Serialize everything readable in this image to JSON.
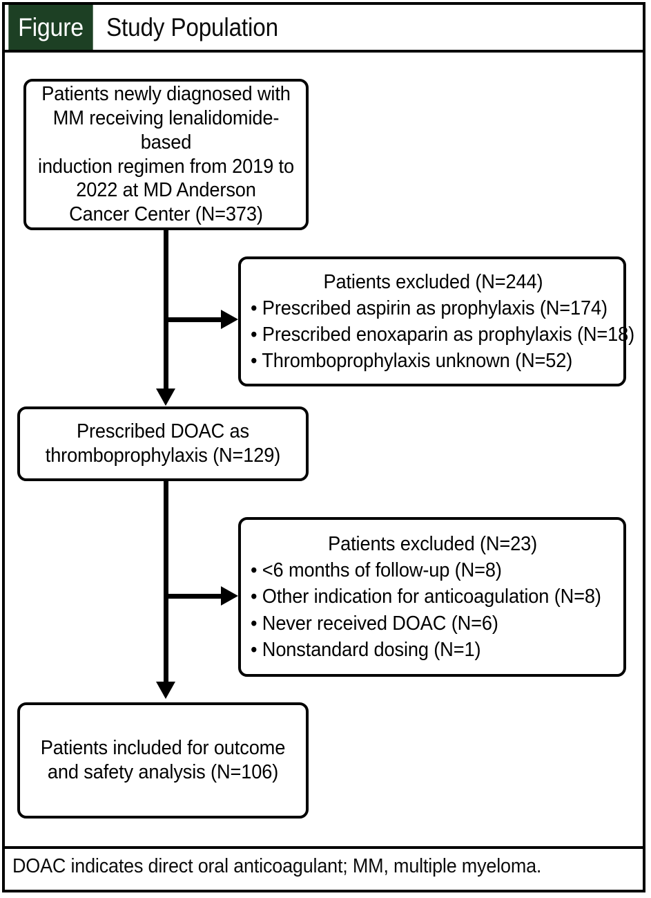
{
  "figure": {
    "tag_label": "Figure",
    "title": "Study Population",
    "accent_color": "#1d4024",
    "border_color": "#000000",
    "background_color": "#ffffff"
  },
  "flow": {
    "type": "flowchart",
    "orientation": "top-to-bottom",
    "nodes": [
      {
        "id": "enrolled",
        "kind": "main",
        "lines": [
          "Patients newly diagnosed with",
          "MM receiving lenalidomide-based",
          "induction regimen from 2019 to",
          "2022 at MD Anderson",
          "Cancer Center (N=373)"
        ],
        "n": 373
      },
      {
        "id": "excluded-1",
        "kind": "exclusion",
        "title": "Patients excluded (N=244)",
        "n": 244,
        "items": [
          "• Prescribed aspirin as prophylaxis (N=174)",
          "• Prescribed enoxaparin as prophylaxis (N=18)",
          "• Thromboprophylaxis unknown (N=52)"
        ]
      },
      {
        "id": "doac",
        "kind": "main",
        "lines": [
          "Prescribed DOAC as",
          "thromboprophylaxis (N=129)"
        ],
        "n": 129
      },
      {
        "id": "excluded-2",
        "kind": "exclusion",
        "title": "Patients excluded (N=23)",
        "n": 23,
        "items": [
          "• <6 months of follow-up (N=8)",
          "• Other indication for anticoagulation (N=8)",
          "• Never received DOAC (N=6)",
          "• Nonstandard dosing (N=1)"
        ]
      },
      {
        "id": "included",
        "kind": "main",
        "lines": [
          "Patients included for outcome",
          "and safety analysis (N=106)"
        ],
        "n": 106
      }
    ]
  },
  "footnote": {
    "text": "DOAC indicates direct oral anticoagulant; MM, multiple myeloma."
  }
}
